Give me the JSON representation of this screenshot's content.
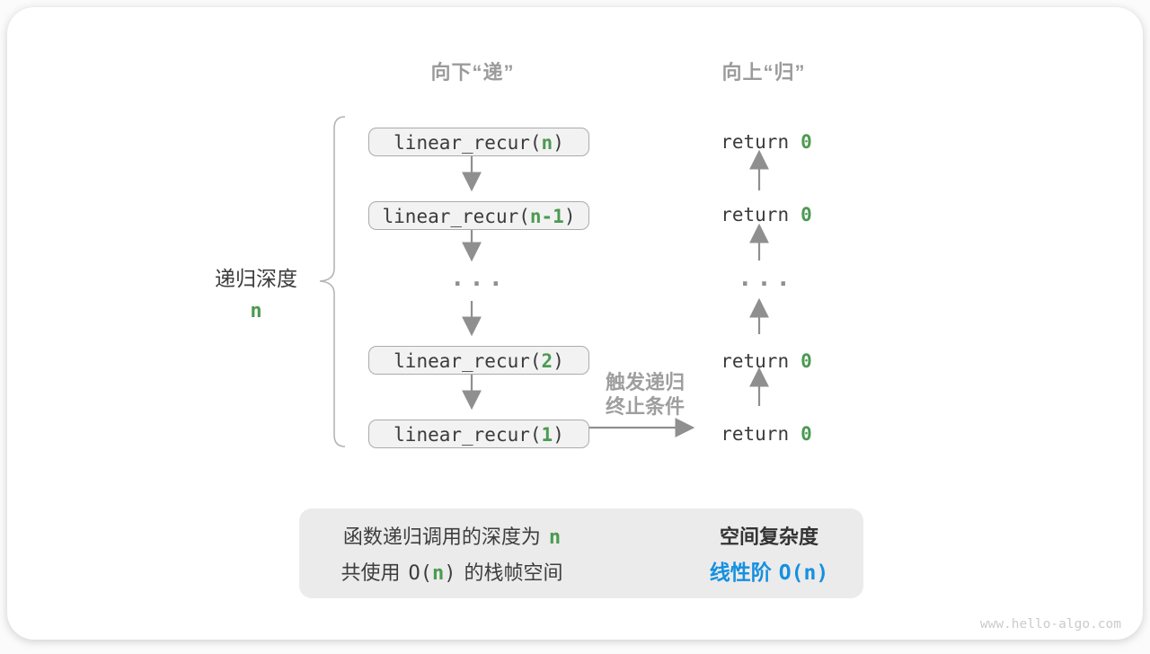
{
  "colors": {
    "accent_green": "#4c9a52",
    "accent_blue": "#1590e0",
    "arrow_gray": "#8f8f8f",
    "header_gray": "#9b9b9b",
    "box_fill": "#f2f2f2",
    "box_border": "#ababab",
    "summary_fill": "#ebebeb",
    "text_dark": "#3b3b3b"
  },
  "headers": {
    "down": "向下“递”",
    "up": "向上“归”"
  },
  "depth_label": {
    "text": "递归深度",
    "value": "n"
  },
  "call_stack": [
    {
      "prefix": "linear_recur(",
      "arg": "n",
      "suffix": ")"
    },
    {
      "prefix": "linear_recur(",
      "arg": "n-1",
      "suffix": ")"
    },
    {
      "prefix": "linear_recur(",
      "arg": "2",
      "suffix": ")"
    },
    {
      "prefix": "linear_recur(",
      "arg": "1",
      "suffix": ")"
    }
  ],
  "ellipsis": "···",
  "returns": [
    {
      "keyword": "return",
      "value": "0"
    },
    {
      "keyword": "return",
      "value": "0"
    },
    {
      "keyword": "return",
      "value": "0"
    },
    {
      "keyword": "return",
      "value": "0"
    }
  ],
  "trigger_label": {
    "line1": "触发递归",
    "line2": "终止条件"
  },
  "summary": {
    "left_line1": {
      "text": "函数递归调用的深度为",
      "value": "n"
    },
    "left_line2": {
      "prefix": "共使用",
      "code_open": "O(",
      "value": "n",
      "code_close": ")",
      "suffix": "的栈帧空间"
    },
    "right_title": "空间复杂度",
    "right_value": {
      "label": "线性阶",
      "code": "O(n)"
    }
  },
  "watermark": "www.hello-algo.com"
}
